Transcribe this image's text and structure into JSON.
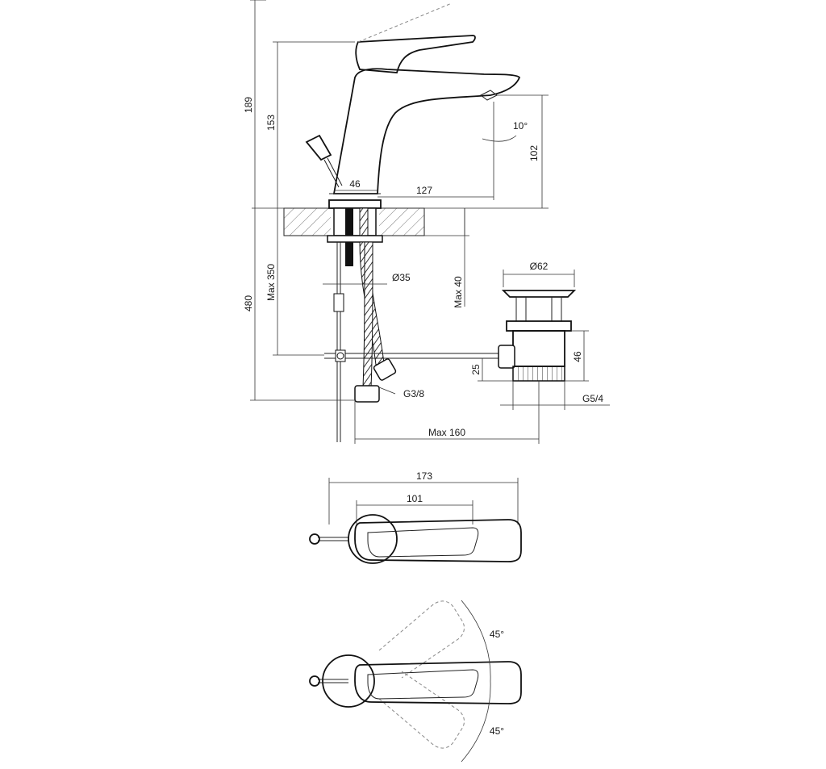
{
  "drawing": {
    "dimensions": {
      "total_height": "189",
      "spout_height": "153",
      "aerator_height": "102",
      "spout_angle": "10°",
      "base_width": "46",
      "spout_reach": "127",
      "mount_depth": "480",
      "max_deck_thickness": "Max 350",
      "max_counter_thickness": "Max 40",
      "hole_diameter": "Ø35",
      "waste_diameter": "Ø62",
      "waste_height": "46",
      "waste_offset": "25",
      "hose_thread": "G3/8",
      "waste_thread": "G5/4",
      "max_rod_length": "Max 160",
      "top_total_length": "173",
      "top_lever_length": "101",
      "lever_angle_up": "45°",
      "lever_angle_down": "45°"
    }
  }
}
